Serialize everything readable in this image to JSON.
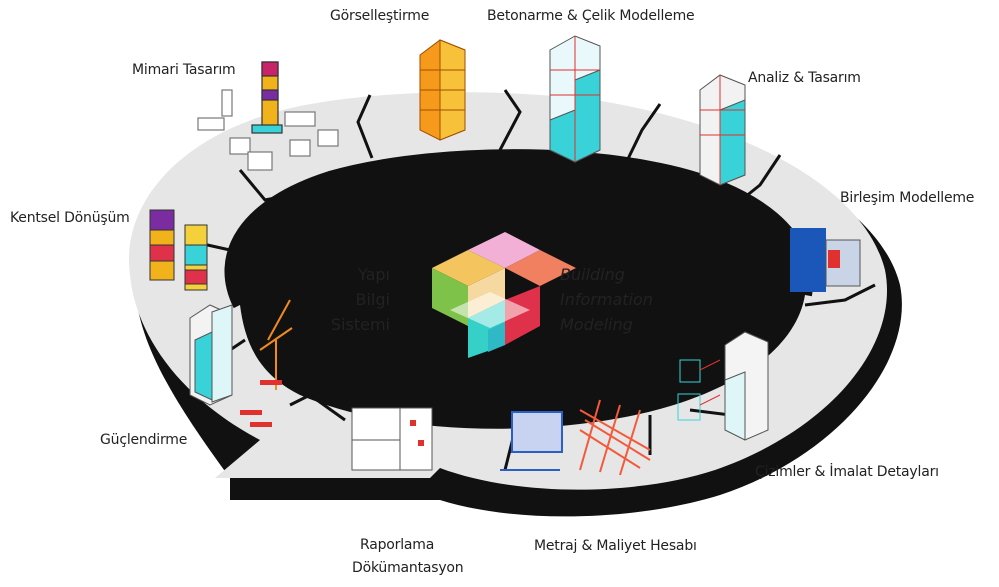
{
  "center": {
    "tr_lines": [
      "Yapı",
      "Bilgi",
      "Sistemi"
    ],
    "en_lines": [
      "Building",
      "Information",
      "Modeling"
    ]
  },
  "stages": [
    "Görselleştirme",
    "Betonarme & Çelik Modelleme",
    "Analiz & Tasarım",
    "Birleşim Modelleme",
    "Çizimler & İmalat Detayları",
    "Metraj & Maliyet Hesabı",
    "Raporlama",
    "Dökümantasyon",
    "Güçlendirme",
    "Kentsel Dönüşüm",
    "Mimari Tasarım"
  ],
  "colors": {
    "ring_top": "#e6e6e6",
    "ring_side": "#111111",
    "accent_cyan": "#39d2d8",
    "accent_orange": "#f28a1e",
    "accent_red": "#e0312f"
  }
}
